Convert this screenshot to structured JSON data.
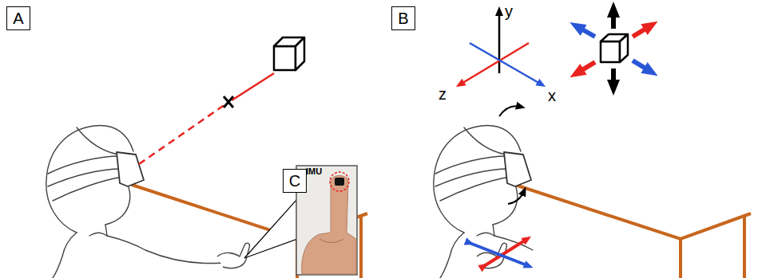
{
  "diagram": {
    "nodes": [
      {
        "text": [
          "A"
        ]
      },
      {
        "text": [
          "B"
        ]
      },
      {
        "text": [
          "C"
        ]
      }
    ],
    "labels": [
      "IMU",
      "y",
      "z",
      "x"
    ]
  }
}
